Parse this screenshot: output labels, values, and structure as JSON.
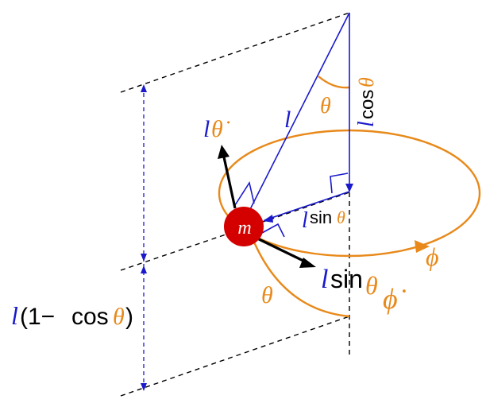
{
  "colors": {
    "blue": "#1a1acc",
    "orange": "#e8891a",
    "red": "#d40000",
    "black": "#000000"
  },
  "labels": {
    "mass": "m",
    "length": "l",
    "theta": "θ",
    "phi": "ϕ",
    "cos": "cos",
    "sin": "sin",
    "one_minus": "(1−",
    "one_minus_close": ")",
    "theta_dot": "θ̇",
    "phi_dot": "ϕ̇"
  }
}
